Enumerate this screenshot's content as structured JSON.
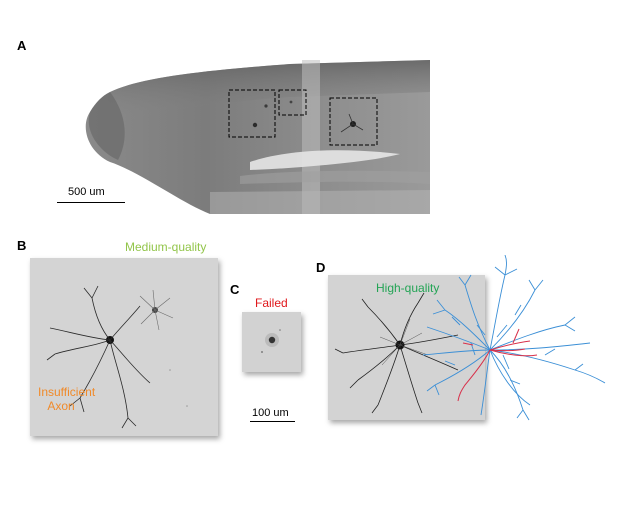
{
  "panels": {
    "A": {
      "label": "A",
      "scale_label": "500 um"
    },
    "B": {
      "label": "B",
      "top_label": "Medium-quality",
      "bottom_label_line1": "Insufficient",
      "bottom_label_line2": "Axon"
    },
    "C": {
      "label": "C",
      "top_label": "Failed",
      "scale_label": "100 um"
    },
    "D": {
      "label": "D",
      "top_label": "High-quality"
    }
  },
  "colors": {
    "medium": "#92c54a",
    "failed": "#e0181c",
    "high": "#23a455",
    "insufficient": "#f08a2a",
    "trace_blue": "#3b8fd6",
    "trace_red": "#d8304a"
  }
}
